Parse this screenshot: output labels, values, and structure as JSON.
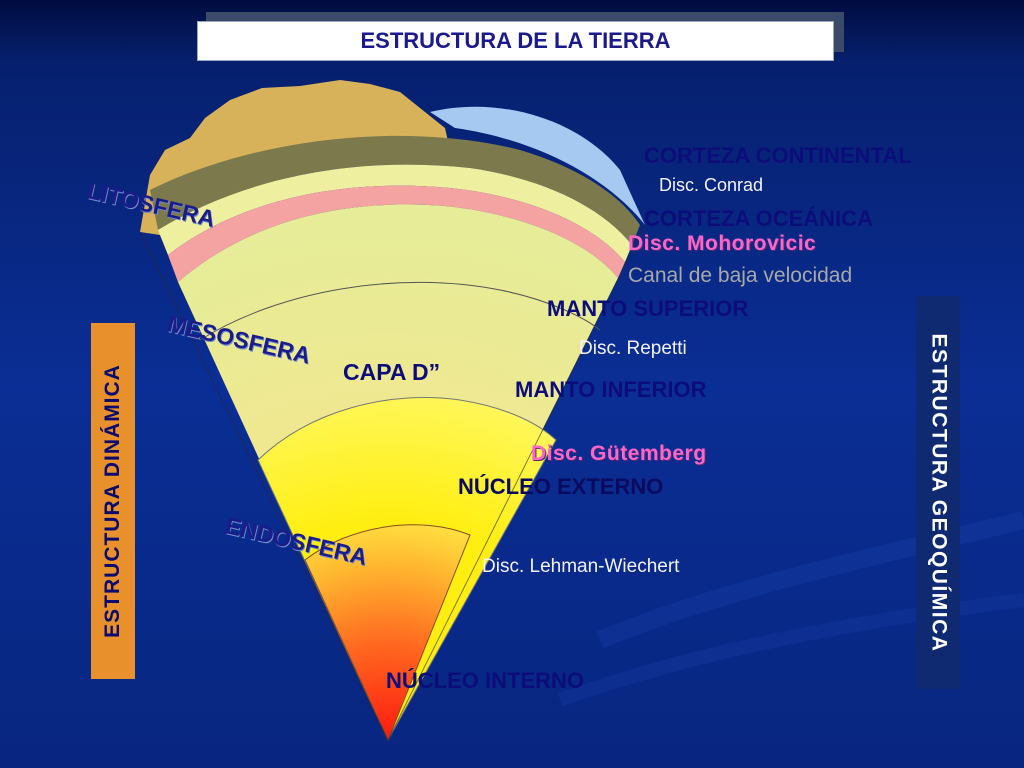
{
  "colors": {
    "background": "#0a2a8a",
    "continental_crust": "#d9b45a",
    "oceanic_crust": "#a8c8f0",
    "upper_layer": "#7a7a4a",
    "low_velocity_channel": "#f4a0a0",
    "mantle": "#e8e8a0",
    "outer_core": "#fff000",
    "inner_core": "#ff2a1a",
    "left_panel": "#e8902c",
    "right_panel": "#0f2a70"
  },
  "title": "ESTRUCTURA DE LA TIERRA",
  "layers": {
    "corteza_continental": "CORTEZA CONTINENTAL",
    "disc_conrad": "Disc. Conrad",
    "corteza_oceanica": "CORTEZA OCEÁNICA",
    "disc_mohorovicic": "Disc. Mohorovicic",
    "canal_baja_velocidad": "Canal de baja velocidad",
    "manto_superior": "MANTO SUPERIOR",
    "disc_repetti": "Disc. Repetti",
    "capa_d": "CAPA D”",
    "manto_inferior": "MANTO INFERIOR",
    "disc_gutemberg": "Disc. Gütemberg",
    "nucleo_externo": "NÚCLEO EXTERNO",
    "disc_lehman": "Disc. Lehman-Wiechert",
    "nucleo_interno": "NÚCLEO INTERNO"
  },
  "dynamic": {
    "litosfera": "LITOSFERA",
    "mesosfera": "MESOSFERA",
    "endosfera": "ENDOSFERA"
  },
  "side_labels": {
    "left": "ESTRUCTURA DINÁMICA",
    "right": "ESTRUCTURA GEOQUÍMICA"
  }
}
